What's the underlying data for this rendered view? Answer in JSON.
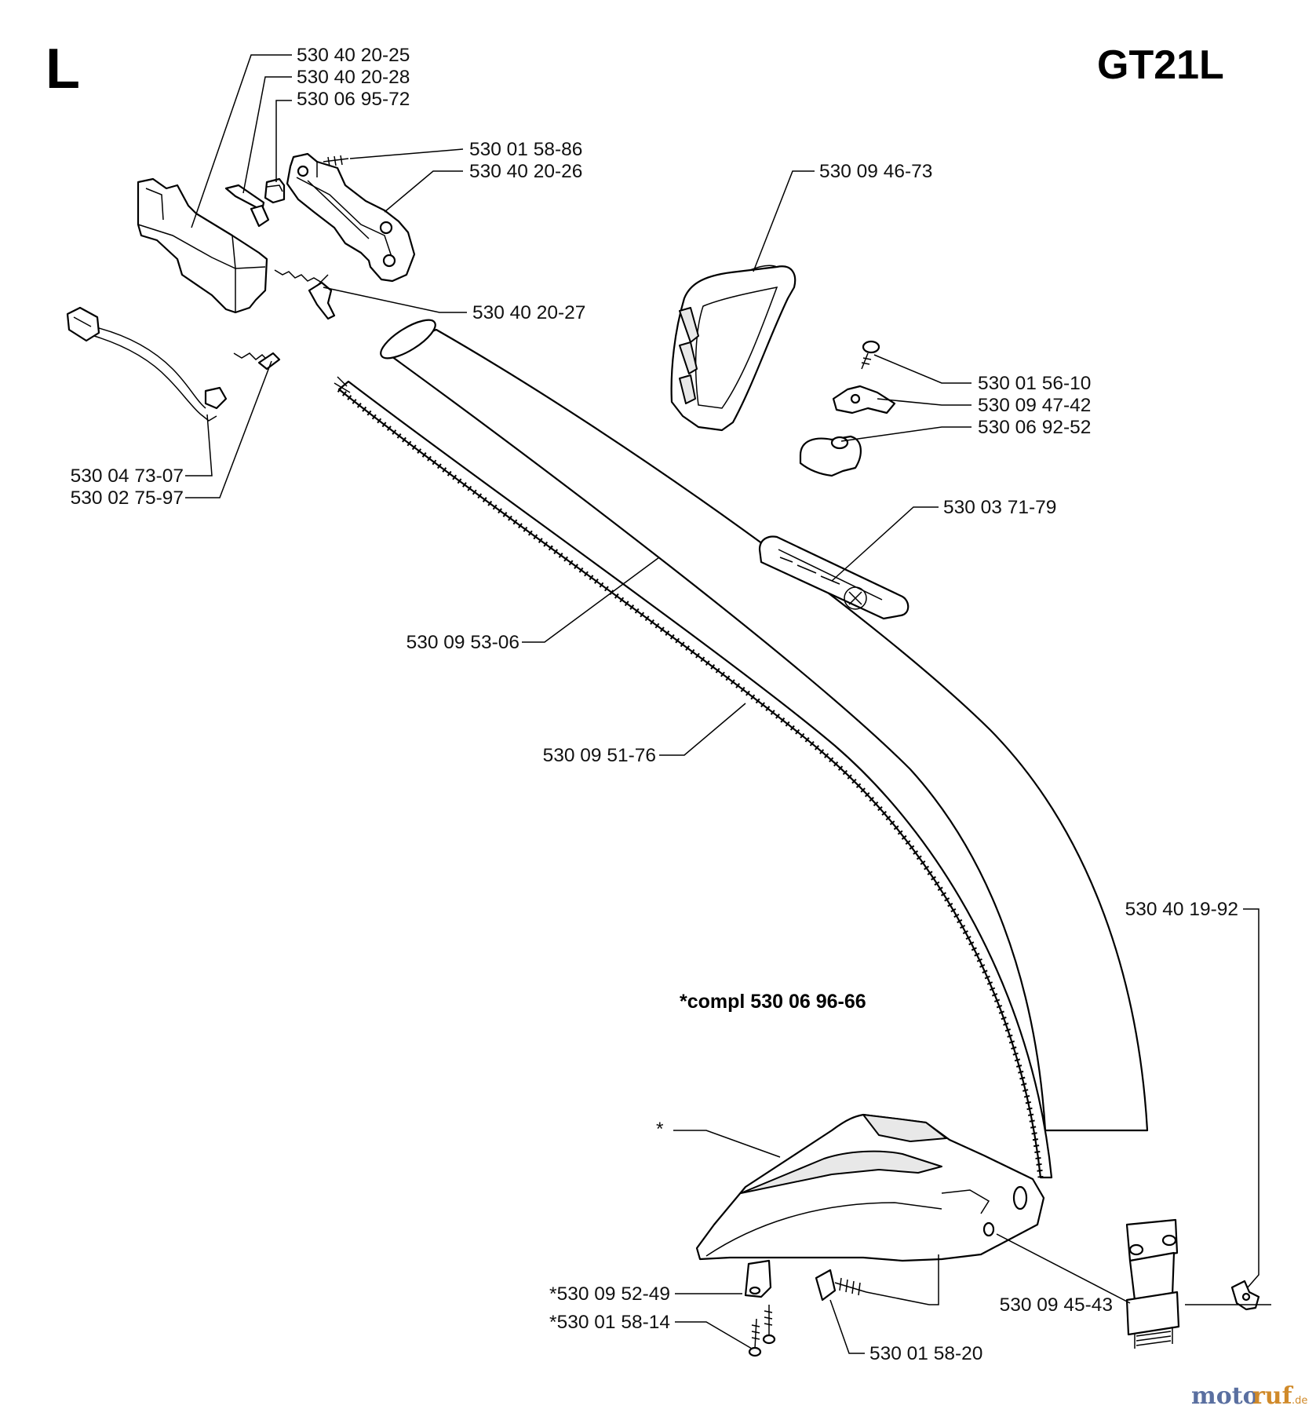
{
  "header": {
    "section_letter": "L",
    "model": "GT21L"
  },
  "assembly_note": "*compl 530 06 96-66",
  "callouts": [
    {
      "id": "c01",
      "text": "530 40 20-25"
    },
    {
      "id": "c02",
      "text": "530 40 20-28"
    },
    {
      "id": "c03",
      "text": "530 06 95-72"
    },
    {
      "id": "c04",
      "text": "530 01 58-86"
    },
    {
      "id": "c05",
      "text": "530 40 20-26"
    },
    {
      "id": "c06",
      "text": "530 40 20-27"
    },
    {
      "id": "c07",
      "text": "530 04 73-07"
    },
    {
      "id": "c08",
      "text": "530 02 75-97"
    },
    {
      "id": "c09",
      "text": "530 09 46-73"
    },
    {
      "id": "c10",
      "text": "530 01 56-10"
    },
    {
      "id": "c11",
      "text": "530 09 47-42"
    },
    {
      "id": "c12",
      "text": "530 06 92-52"
    },
    {
      "id": "c13",
      "text": "530 03 71-79"
    },
    {
      "id": "c14",
      "text": "530 09 53-06"
    },
    {
      "id": "c15",
      "text": "530 09 51-76"
    },
    {
      "id": "c16",
      "text": "530 40 19-92"
    },
    {
      "id": "c17",
      "text": "*"
    },
    {
      "id": "c18",
      "text": "*530 09 52-49"
    },
    {
      "id": "c19",
      "text": "*530 01 58-14"
    },
    {
      "id": "c20",
      "text": "530 09 45-43"
    },
    {
      "id": "c21",
      "text": "530 01 58-20"
    }
  ],
  "watermark": {
    "part1": "moto",
    "part2": "ruf",
    "suffix": ".de"
  }
}
